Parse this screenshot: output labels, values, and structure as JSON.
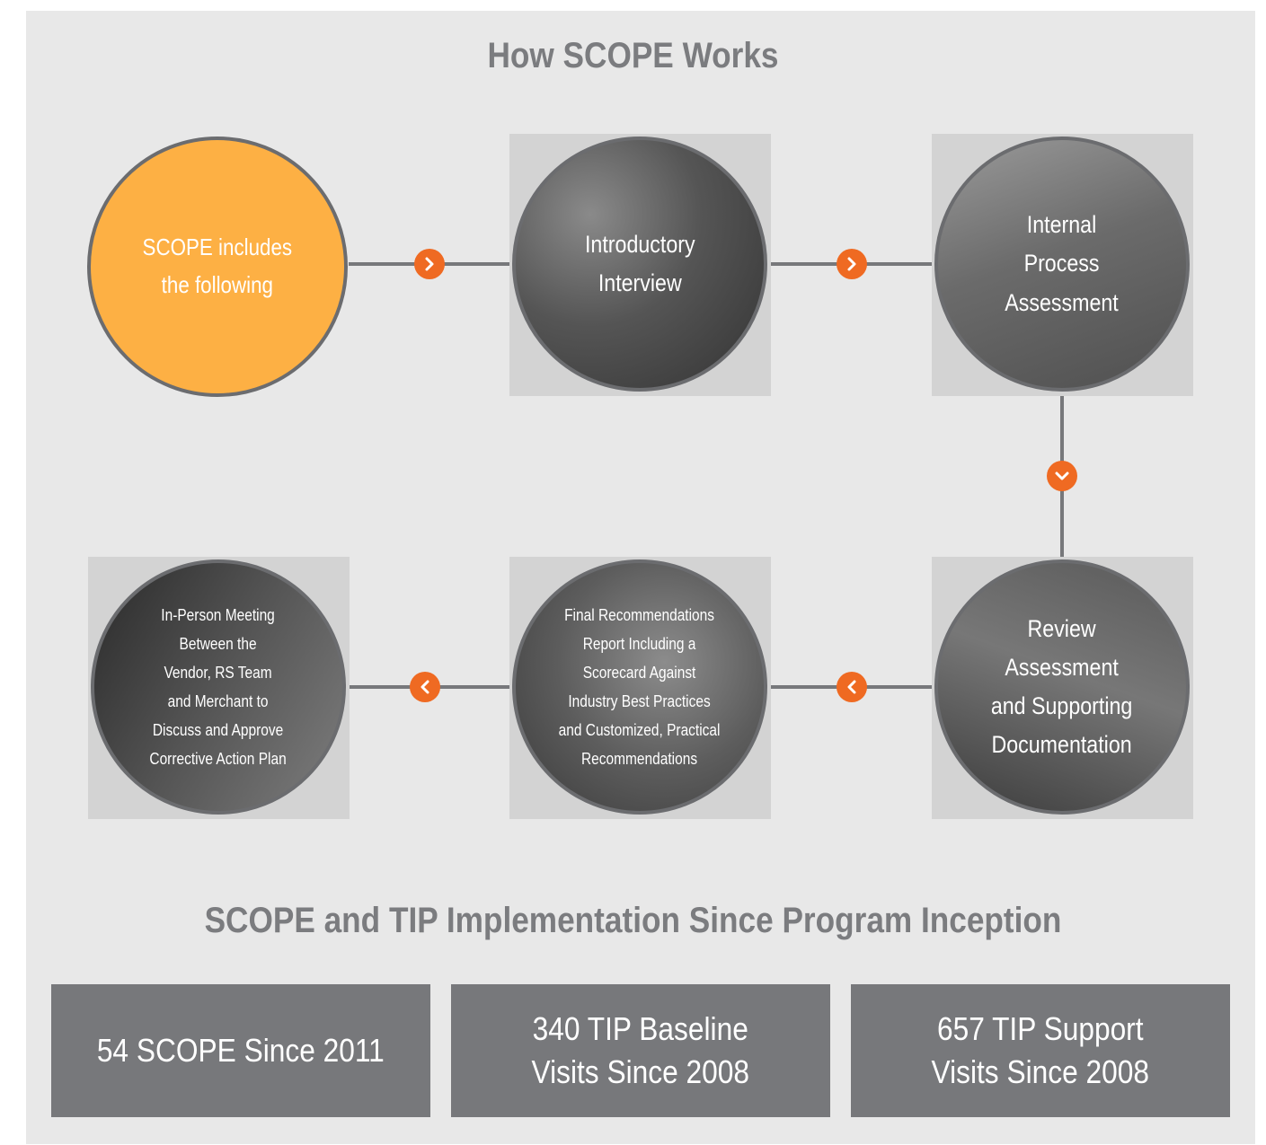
{
  "title": "How SCOPE Works",
  "steps": {
    "start": [
      "SCOPE includes",
      "the following"
    ],
    "interview": [
      "Introductory",
      "Interview"
    ],
    "internal": [
      "Internal",
      "Process",
      "Assessment"
    ],
    "review": [
      "Review",
      "Assessment",
      "and Supporting",
      "Documentation"
    ],
    "final": [
      "Final Recommendations",
      "Report Including a",
      "Scorecard Against",
      "Industry Best Practices",
      "and Customized, Practical",
      "Recommendations"
    ],
    "meeting": [
      "In-Person Meeting",
      "Between the",
      "Vendor, RS Team",
      "and Merchant to",
      "Discuss and Approve",
      "Corrective Action Plan"
    ]
  },
  "section_title": "SCOPE and TIP Implementation Since Program Inception",
  "stats": [
    [
      "54 SCOPE Since 2011"
    ],
    [
      "340 TIP Baseline",
      "Visits Since 2008"
    ],
    [
      "657 TIP Support",
      "Visits Since 2008"
    ]
  ],
  "colors": {
    "panel": "#e8e8e8",
    "title_gray": "#7b7c7f",
    "accent_orange": "#ef6a22",
    "start_circle": "#fdb044",
    "stat_box": "#77787b"
  }
}
